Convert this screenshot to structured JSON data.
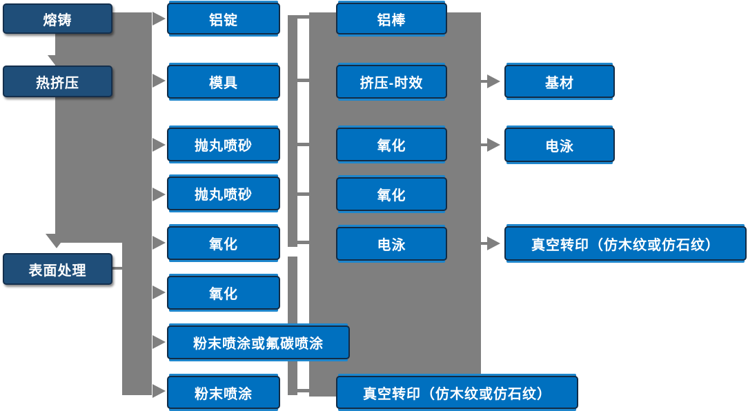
{
  "palette": {
    "source_box_fill": "#1F4E79",
    "process_box_fill": "#0070BF",
    "box_highlight": "#1E86CC",
    "box_border": "#122B45",
    "connector_gray": "#7F7F7F",
    "text_color": "#FFFFFF",
    "background": "#FFFFFF"
  },
  "nodes": {
    "col1": [
      {
        "label": "熔铸"
      },
      {
        "label": "热挤压"
      },
      {
        "label": "表面处理"
      }
    ],
    "col2": [
      {
        "label": "铝锭"
      },
      {
        "label": "模具"
      },
      {
        "label": "抛丸喷砂"
      },
      {
        "label": "抛丸喷砂"
      },
      {
        "label": "氧化"
      },
      {
        "label": "氧化"
      },
      {
        "label": "粉末喷涂或氟碳喷涂"
      },
      {
        "label": "粉末喷涂"
      }
    ],
    "col3": [
      {
        "label": "铝棒"
      },
      {
        "label": "挤压-时效"
      },
      {
        "label": "氧化"
      },
      {
        "label": "氧化"
      },
      {
        "label": "电泳"
      },
      {
        "label": "真空转印（仿木纹或仿石纹）"
      }
    ],
    "col4": [
      {
        "label": "基材"
      },
      {
        "label": "电泳"
      },
      {
        "label": "真空转印（仿木纹或仿石纹）"
      }
    ]
  },
  "connectors": {
    "color": "#7F7F7F",
    "down_arrow_targets": [
      "热挤压",
      "表面处理"
    ],
    "right_arrow_targets_col2": [
      "铝锭",
      "模具",
      "抛丸喷砂",
      "抛丸喷砂",
      "氧化",
      "氧化",
      "粉末喷涂或氟碳喷涂",
      "粉末喷涂"
    ],
    "right_arrow_targets_col4": [
      "基材",
      "电泳",
      "真空转印（仿木纹或仿石纹）"
    ]
  }
}
